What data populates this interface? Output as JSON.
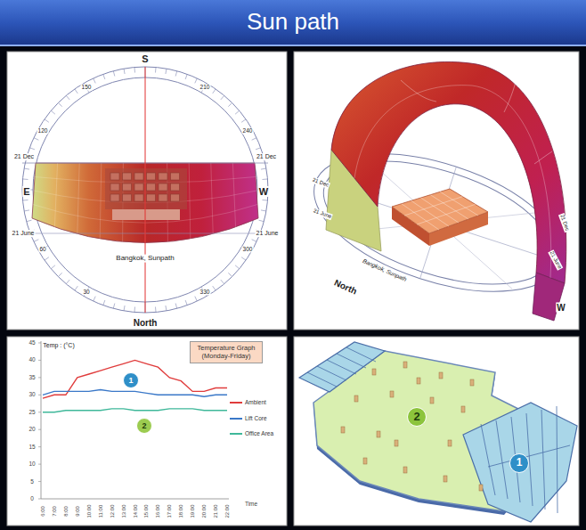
{
  "diagram": {
    "title": "Sun path",
    "nodes": [
      {
        "text": [
          "Temperature Graph (Monday-Friday)"
        ]
      },
      {
        "text": [
          "1"
        ]
      },
      {
        "text": [
          "2"
        ]
      },
      {
        "text": [
          "2"
        ]
      },
      {
        "text": [
          "1"
        ]
      }
    ],
    "labels": [
      "S",
      "150",
      "210",
      "120",
      "240",
      "21 Dec",
      "21 Dec",
      "E",
      "W",
      "21 June",
      "21 June",
      "Bangkok, Sunpath",
      "60",
      "300",
      "30",
      "330",
      "North",
      "21 Dec",
      "21 June",
      "Bangkok, Sunpath",
      "North",
      "21 Dec",
      "21 June",
      "W",
      "Temp : (°C)",
      "45",
      "40",
      "35",
      "30",
      "25",
      "20",
      "15",
      "10",
      "5",
      "0",
      "6:00",
      "7:00",
      "8:00",
      "9:00",
      "10:00",
      "11:00",
      "12:00",
      "13:00",
      "14:00",
      "15:00",
      "16:00",
      "17:00",
      "18:00",
      "19:00",
      "20:00",
      "21:00",
      "22:00",
      "Time"
    ],
    "legend": [
      {
        "text": "Ambient"
      },
      {
        "text": "Lift Core"
      },
      {
        "text": "Office Area"
      }
    ]
  }
}
